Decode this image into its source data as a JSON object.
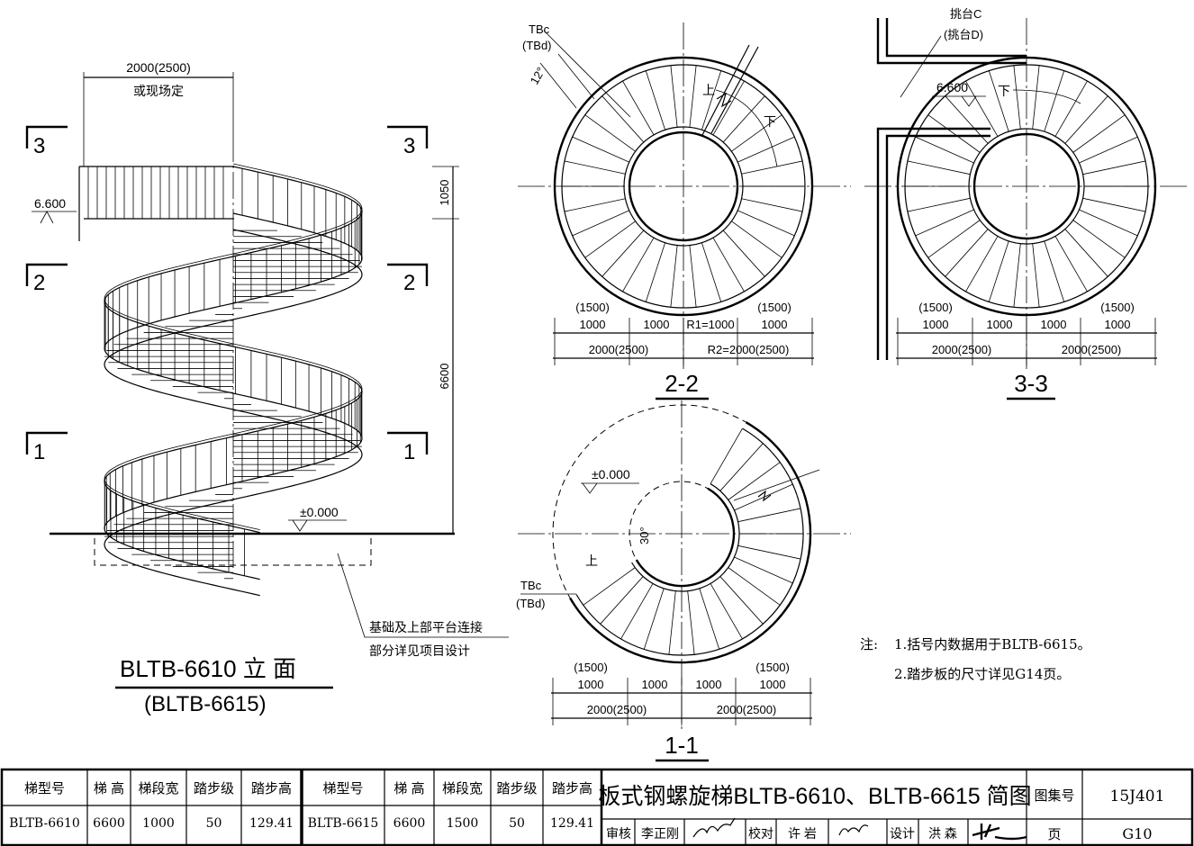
{
  "elevation": {
    "title": "BLTB-6610 立 面",
    "subtitle": "(BLTB-6615)",
    "width_dim": "2000(2500)",
    "width_note": "或现场定",
    "height_top": "1050",
    "height_main": "6600",
    "level_top": "6.600",
    "level_ground": "±0.000",
    "section_marks": [
      "3",
      "2",
      "1"
    ],
    "leader_note": [
      "基础及上部平台连接",
      "部分详见项目设计"
    ]
  },
  "plan_2_2": {
    "title": "2-2",
    "tag": "TBc",
    "tag_alt": "(TBd)",
    "angle": "12°",
    "up": "上",
    "down": "下",
    "dims_top": [
      "(1500)",
      "(1500)"
    ],
    "dims_mid": [
      "1000",
      "1000",
      "R1=1000",
      "1000"
    ],
    "dims_bottom": [
      "2000(2500)",
      "R2=2000(2500)"
    ]
  },
  "plan_3_3": {
    "title": "3-3",
    "tag": "挑台C",
    "tag_alt": "(挑台D)",
    "level": "6.600",
    "down": "下",
    "dims_top": [
      "(1500)",
      "(1500)"
    ],
    "dims_mid": [
      "1000",
      "1000",
      "1000",
      "1000"
    ],
    "dims_bottom": [
      "2000(2500)",
      "2000(2500)"
    ]
  },
  "plan_1_1": {
    "title": "1-1",
    "level": "±0.000",
    "angle": "30°",
    "up": "上",
    "tag": "TBc",
    "tag_alt": "(TBd)",
    "dims_top": [
      "(1500)",
      "(1500)"
    ],
    "dims_mid": [
      "1000",
      "1000",
      "1000",
      "1000"
    ],
    "dims_bottom": [
      "2000(2500)",
      "2000(2500)"
    ]
  },
  "notes": {
    "label": "注:",
    "items": [
      "1.括号内数据用于BLTB-6615。",
      "2.踏步板的尺寸详见G14页。"
    ]
  },
  "spec_table": {
    "headers": [
      "梯型号",
      "梯 高",
      "梯段宽",
      "踏步级",
      "踏步高"
    ],
    "rows": [
      [
        "BLTB-6610",
        "6600",
        "1000",
        "50",
        "129.41"
      ],
      [
        "BLTB-6615",
        "6600",
        "1500",
        "50",
        "129.41"
      ]
    ]
  },
  "title_block": {
    "title": "板式钢螺旋梯BLTB-6610、BLTB-6615 简图",
    "atlas_label": "图集号",
    "atlas_no": "15J401",
    "page_label": "页",
    "page_no": "G10",
    "review_label": "审核",
    "reviewer": "李正刚",
    "check_label": "校对",
    "checker": "许 岩",
    "design_label": "设计",
    "designer": "洪 森"
  }
}
